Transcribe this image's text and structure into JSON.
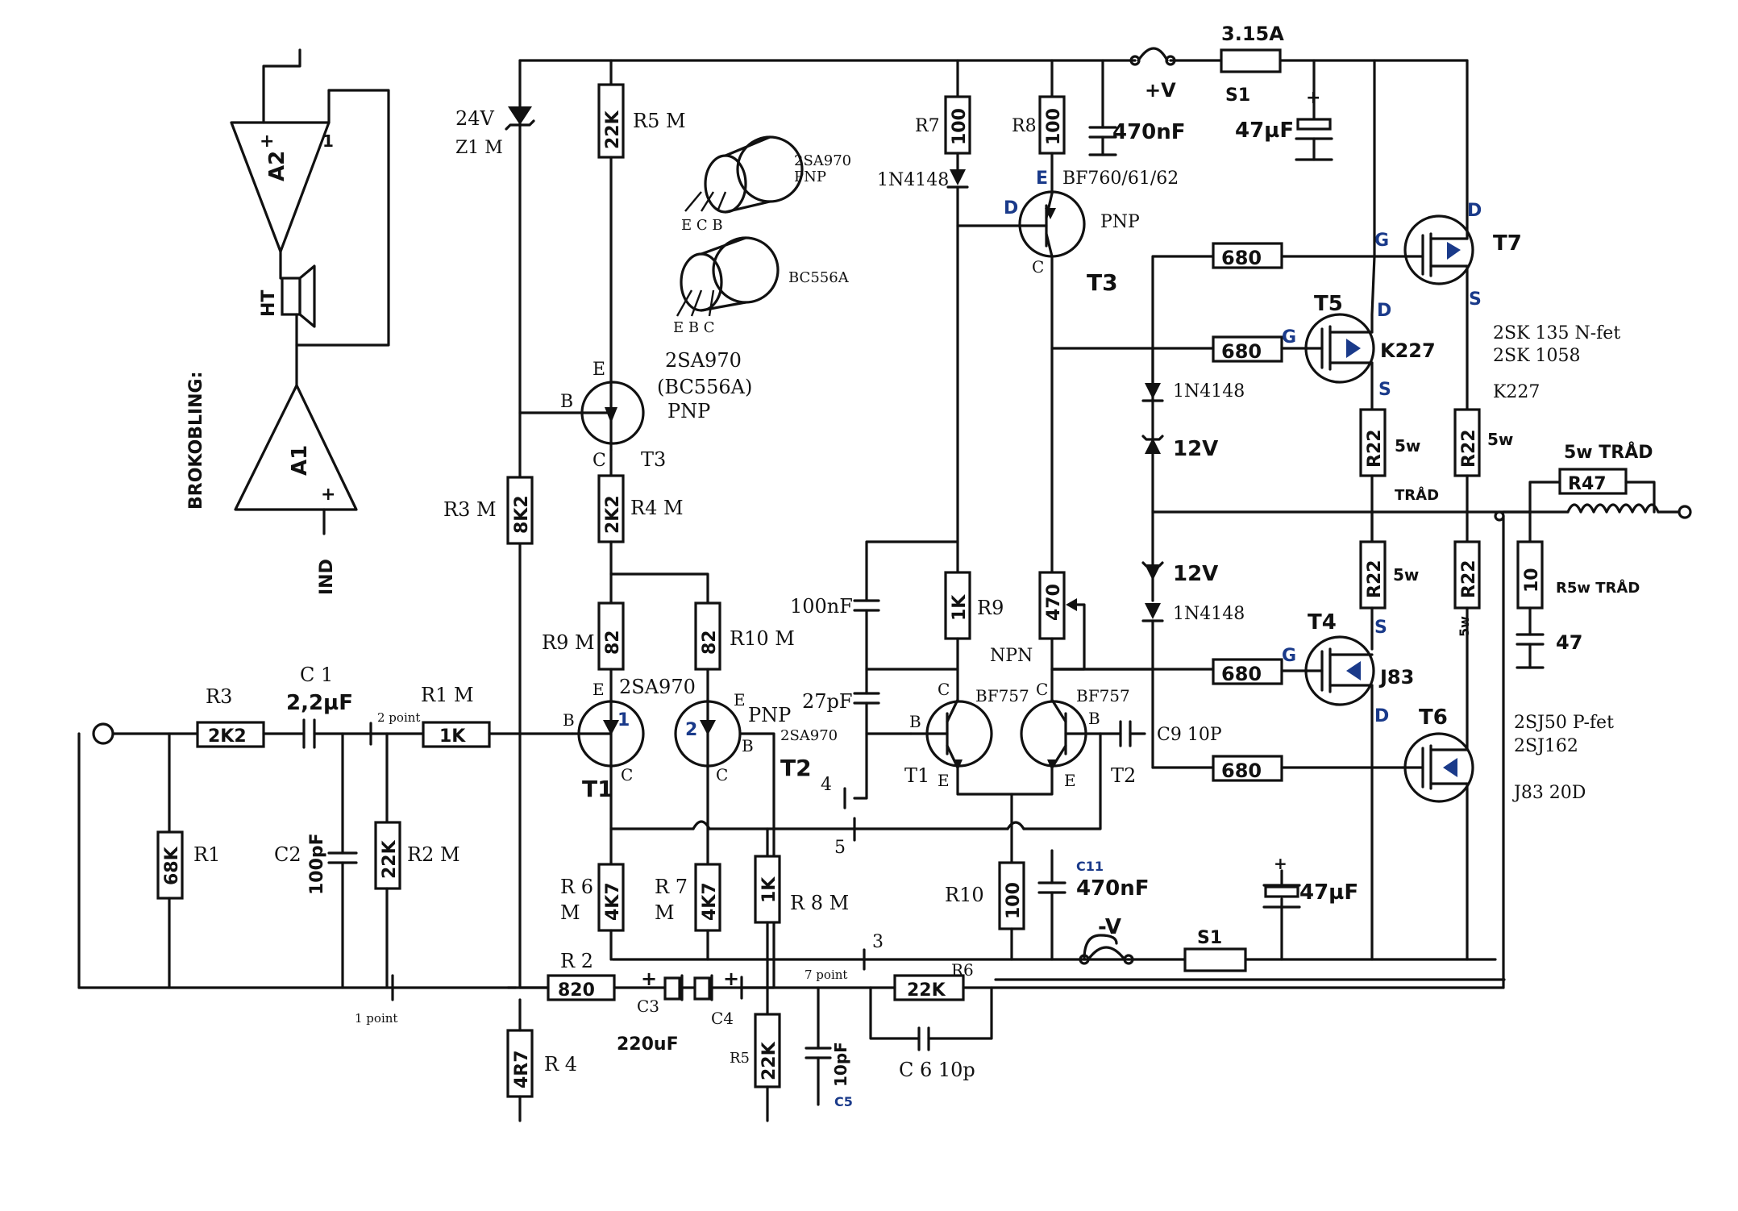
{
  "bridge": {
    "title": "BROKOBLING:",
    "amp_a2": "A2",
    "amp_a1": "A1",
    "speaker": "HT",
    "input": "IND",
    "plus": "+",
    "minus": "-",
    "one": "1"
  },
  "to92_top": {
    "part": "2SA970",
    "type": "PNP",
    "pins": "E C B"
  },
  "to92_bottom": {
    "part": "BC556A",
    "pins": "E B C"
  },
  "input": {
    "r3_label": "R3",
    "r3_value": "2K2",
    "c1_label": "C 1",
    "c1_value": "2,2µF",
    "r1m_label": "R1 M",
    "r1m_value": "1K",
    "r1_label": "R1",
    "r1_value": "68K",
    "c2_label": "C2",
    "c2_value": "100pF",
    "r2m_label": "R2 M",
    "r2m_value": "22K",
    "point2": "2 point",
    "point1": "1 point"
  },
  "zener_z1": {
    "voltage": "24V",
    "label": "Z1 M"
  },
  "r3m": {
    "label": "R3 M",
    "value": "8K2"
  },
  "r5m": {
    "label": "R5 M",
    "value": "22K"
  },
  "t3_left": {
    "label": "T3",
    "e": "E",
    "b": "B",
    "c": "C",
    "part": "2SA970",
    "alt": "(BC556A)",
    "type": "PNP"
  },
  "r4m": {
    "label": "R4 M",
    "value": "2K2"
  },
  "r9m": {
    "label": "R9 M",
    "value": "82"
  },
  "r10m": {
    "label": "R10 M",
    "value": "82"
  },
  "t1_pnp": {
    "label": "T1",
    "e": "E",
    "b": "B",
    "c": "C",
    "part": "2SA970",
    "num": "1"
  },
  "t2_pnp": {
    "label": "T2",
    "e": "E",
    "b": "B",
    "c": "C",
    "part": "2SA970",
    "type": "PNP",
    "num": "2"
  },
  "r6m": {
    "label1": "R 6",
    "label2": "M",
    "value": "4K7"
  },
  "r7m": {
    "label1": "R 7",
    "label2": "M",
    "value": "4K7"
  },
  "r8m": {
    "label": "R 8 M",
    "value": "1K"
  },
  "r4": {
    "label": "R 4",
    "value": "4R7"
  },
  "r2": {
    "label": "R 2",
    "value": "820"
  },
  "c3c4": {
    "label_c3": "C3",
    "label_c4": "C4",
    "value": "220uF",
    "plus": "+"
  },
  "point7": "7 point",
  "r5": {
    "label": "R5",
    "value": "22K"
  },
  "c5": {
    "value": "10pF",
    "label": "C5"
  },
  "r6": {
    "label": "R6",
    "value": "22K"
  },
  "c6": {
    "label": "C 6 10p"
  },
  "caps_mid": {
    "c100n": "100nF",
    "c27p": "27pF"
  },
  "nodes": {
    "n4": "4",
    "n5": "5",
    "n3": "3"
  },
  "r7": {
    "label": "R7",
    "value": "100"
  },
  "d_1n4148_top": "1N4148",
  "r8": {
    "label": "R8",
    "value": "100"
  },
  "c_470n_top": "470nF",
  "t3_right": {
    "part": "BF760/61/62",
    "type": "PNP",
    "label": "T3",
    "c": "C",
    "d": "D",
    "e": "E"
  },
  "supply_pos": {
    "fuse": "3.15A",
    "v": "+V",
    "s1": "S1",
    "cap": "47µF",
    "plus": "+"
  },
  "r9": {
    "label": "R9",
    "value": "1K"
  },
  "pot": {
    "value": "470",
    "type": "NPN"
  },
  "t1_npn": {
    "label": "T1",
    "c": "C",
    "b": "B",
    "e": "E",
    "part": "BF757"
  },
  "t2_npn": {
    "label": "T2",
    "c": "C",
    "b": "B",
    "e": "E",
    "part": "BF757"
  },
  "c9": {
    "label": "C9 10P"
  },
  "r10": {
    "label": "R10",
    "value": "100"
  },
  "c11": {
    "value": "470nF",
    "label": "C11"
  },
  "supply_neg": {
    "v": "-V",
    "s1": "S1",
    "cap": "47µF",
    "plus": "+"
  },
  "gate_resistors": [
    "680",
    "680",
    "680",
    "680"
  ],
  "bias_diodes": {
    "d_top": "1N4148",
    "z_top": "12V",
    "z_bot": "12V",
    "d_bot": "1N4148"
  },
  "t7": {
    "label": "T7",
    "g": "G",
    "d": "D",
    "s": "S"
  },
  "t5": {
    "label": "T5",
    "g": "G",
    "d": "D",
    "s": "S",
    "part": "K227"
  },
  "t4": {
    "label": "T4",
    "g": "G",
    "d": "D",
    "s": "S",
    "part": "J83"
  },
  "t6": {
    "label": "T6"
  },
  "source_resistors": {
    "r_t5": "R22",
    "r_t5_w": "5w",
    "r_t7": "R22",
    "r_t7_w": "5w",
    "r_t4": "R22",
    "r_t4_w": "5w",
    "r_t6": "R22",
    "r_t6_w": "5w"
  },
  "output": {
    "r47": "R47",
    "r47_note": "5w TRÅD",
    "coil_note": "TRÅD",
    "r10": "10",
    "r10_note": "R5w TRÅD",
    "c47": "47"
  },
  "nfet_parts": [
    "2SK 135  N-fet",
    "2SK 1058",
    "K227"
  ],
  "pfet_parts": [
    "2SJ50  P-fet",
    "2SJ162",
    "J83    20D"
  ],
  "colors": {
    "ink": "#111111",
    "blue_ink": "#1a3a8a",
    "paper": "#ffffff"
  }
}
